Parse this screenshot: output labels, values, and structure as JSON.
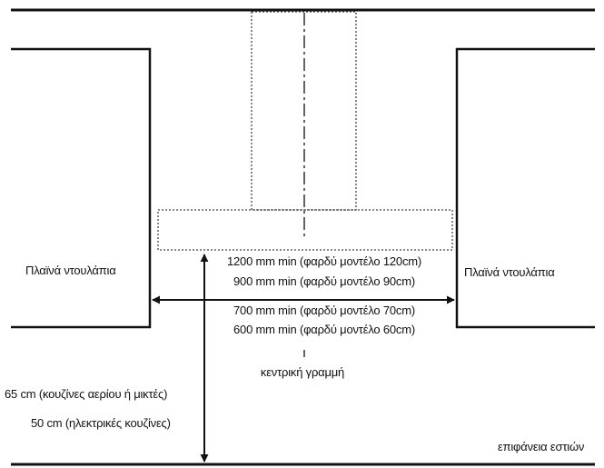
{
  "labels": {
    "left_cabinet": "Πλαϊνά ντουλάπια",
    "right_cabinet": "Πλαϊνά ντουλάπια",
    "width_1200": "1200 mm min (φαρδύ μοντέλο 120cm)",
    "width_900": "900 mm min (φαρδύ μοντέλο 90cm)",
    "width_700": "700 mm min (φαρδύ μοντέλο 70cm)",
    "width_600": "600 mm min (φαρδύ μοντέλο 60cm)",
    "centerline": "κεντρική γραμμή",
    "height_gas": "65 cm (κουζίνες αερίου ή μικτές)",
    "height_electric": "50 cm (ηλεκτρικές κουζίνες)",
    "cooktop_surface": "επιφάνεια εστιών"
  },
  "colors": {
    "line": "#111111",
    "background": "#ffffff"
  }
}
